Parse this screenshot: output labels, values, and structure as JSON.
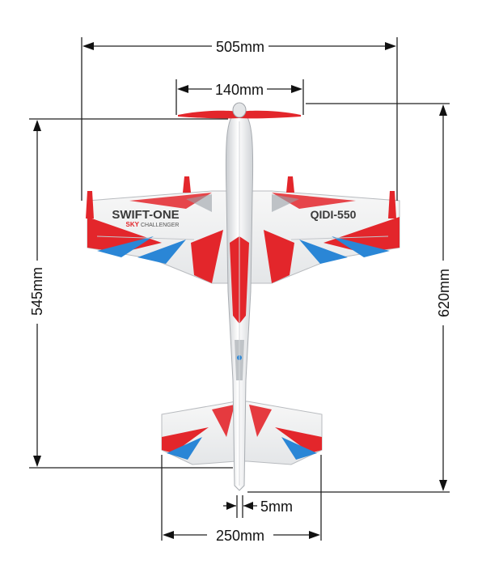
{
  "dimensions": {
    "wingspan": "505mm",
    "propeller": "140mm",
    "fuselage_length": "545mm",
    "overall_length": "620mm",
    "tail_span": "250mm",
    "gear_width": "5mm"
  },
  "wing_text": {
    "left_brand": "SWIFT-ONE",
    "left_sub_accent": "SKY",
    "left_sub": "CHALLENGER",
    "right_brand": "QIDI-550"
  },
  "colors": {
    "accent_red": "#e3262b",
    "accent_blue": "#2a86d6",
    "body_white": "#f4f4f4",
    "body_grey": "#bfc3c7",
    "dimension_line": "#222222"
  }
}
